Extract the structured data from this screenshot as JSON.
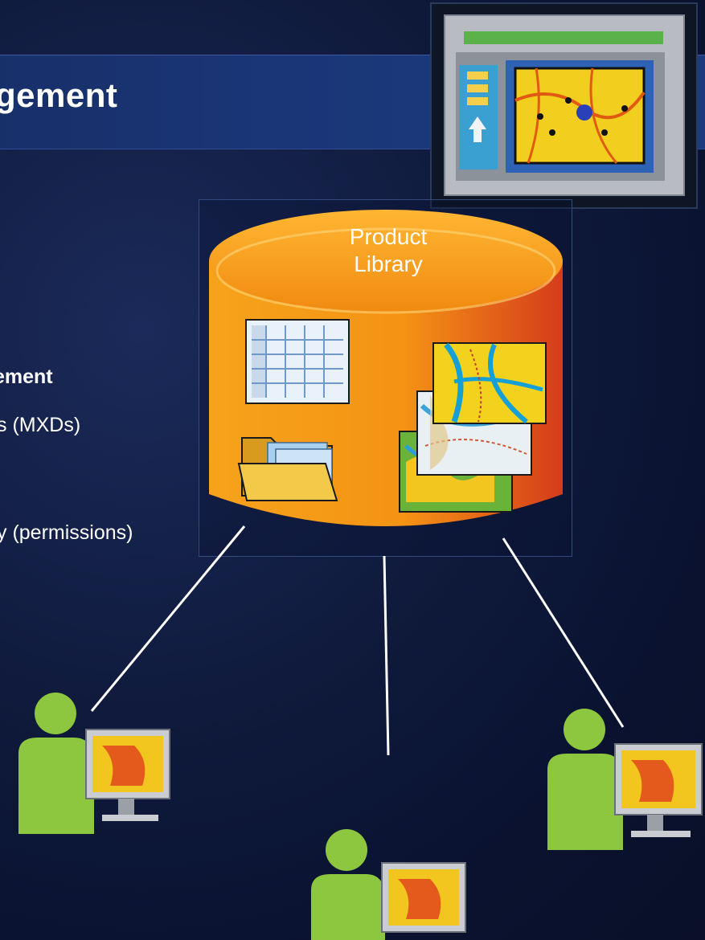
{
  "slide": {
    "title": "gement",
    "bullets": [
      {
        "text": "ement",
        "bold": true
      },
      {
        "text": "s (MXDs)",
        "bold": false
      },
      {
        "text": "y (permissions)",
        "bold": false
      }
    ]
  },
  "diagram": {
    "database_label_line1": "Product",
    "database_label_line2": "Library"
  },
  "colors": {
    "cylinder_orange": "#f39a16",
    "cylinder_red": "#d8401a",
    "user_green": "#8dc63f"
  }
}
